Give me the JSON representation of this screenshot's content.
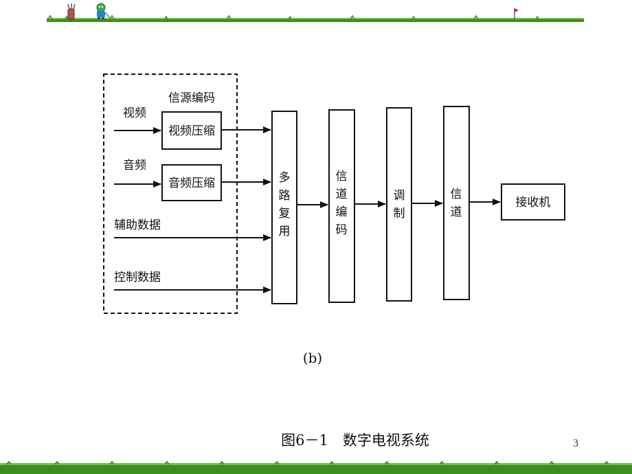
{
  "diagram": {
    "group_label": "信源编码",
    "inputs": [
      {
        "id": "video",
        "label": "视频",
        "box": "视频压缩"
      },
      {
        "id": "audio",
        "label": "音频",
        "box": "音频压缩"
      },
      {
        "id": "aux",
        "label": "辅助数据"
      },
      {
        "id": "ctrl",
        "label": "控制数据"
      }
    ],
    "stages": [
      {
        "id": "mux",
        "chars": [
          "多",
          "路",
          "复",
          "用"
        ]
      },
      {
        "id": "chcode",
        "chars": [
          "信",
          "道",
          "编",
          "码"
        ]
      },
      {
        "id": "mod",
        "chars": [
          "调",
          "制"
        ]
      },
      {
        "id": "channel",
        "chars": [
          "信",
          "道"
        ]
      }
    ],
    "receiver": "接收机",
    "sublabel": "(b)",
    "caption": "图6－1　数字电视系统"
  },
  "page_number": "3",
  "colors": {
    "grass": "#3a8f1e",
    "grass_light": "#7cc24a",
    "flag": "#d62020",
    "mascot": "#2a7fc9"
  }
}
